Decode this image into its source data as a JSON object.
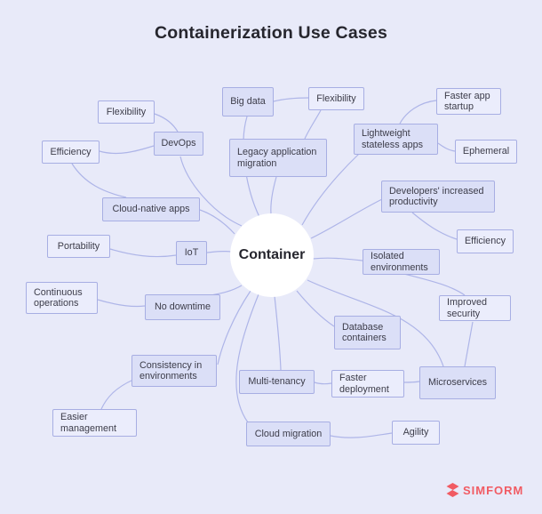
{
  "title": "Containerization Use Cases",
  "center": {
    "label": "Container"
  },
  "nodes": {
    "flexibility_top_left": "Flexibility",
    "devops": "DevOps",
    "efficiency_top_left": "Efficiency",
    "big_data": "Big data",
    "flexibility_top_right": "Flexibility",
    "faster_app_startup": "Faster app startup",
    "lightweight_stateless_apps": "Lightweight stateless apps",
    "ephemeral": "Ephemeral",
    "legacy_application_migration": "Legacy application migration",
    "developers_increased_productivity": "Developers' increased productivity",
    "efficiency_right": "Efficiency",
    "cloud_native_apps": "Cloud-native apps",
    "portability": "Portability",
    "iot": "IoT",
    "isolated_environments": "Isolated environments",
    "continuous_operations": "Continuous operations",
    "no_downtime": "No downtime",
    "improved_security": "Improved security",
    "database_containers": "Database containers",
    "consistency_in_environments": "Consistency in environments",
    "multi_tenancy": "Multi-tenancy",
    "faster_deployment": "Faster deployment",
    "microservices": "Microservices",
    "easier_management": "Easier management",
    "cloud_migration": "Cloud migration",
    "agility": "Agility"
  },
  "logo": {
    "brand": "SIMFORM"
  },
  "colors": {
    "background": "#e8eaf9",
    "branch_fill": "#dbdff7",
    "leaf_fill": "#ebedfc",
    "node_border": "#a7aee3",
    "connector_line": "#aeb5e8",
    "title_text": "#26262e",
    "node_text": "#3c3c49",
    "center_fill": "#ffffff",
    "brand_red": "#f15b63"
  }
}
